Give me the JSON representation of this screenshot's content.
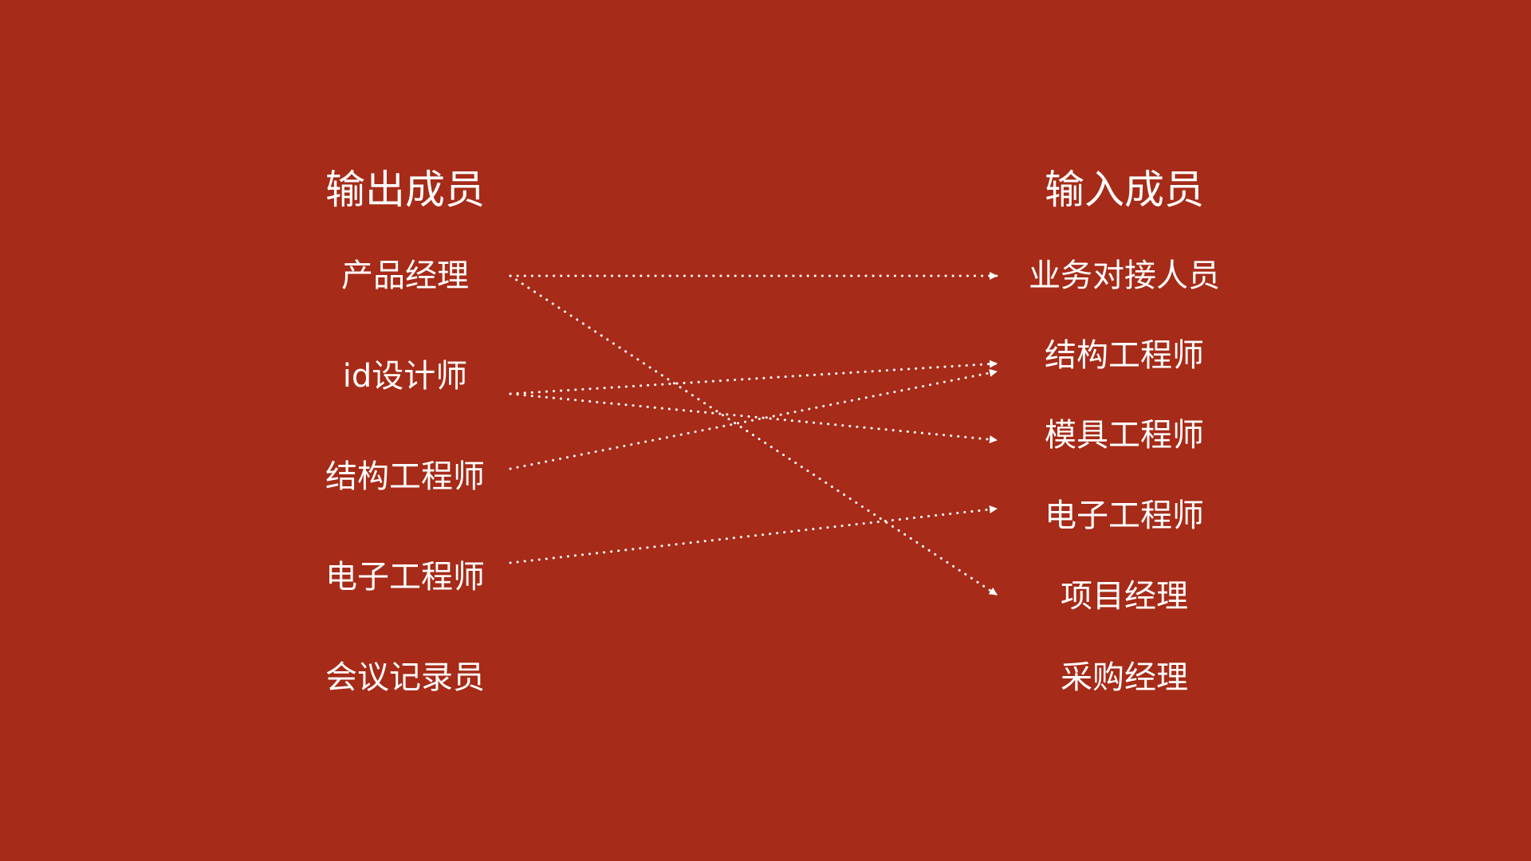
{
  "colors": {
    "background": "#A62B18",
    "foreground": "#FFFFFF"
  },
  "left": {
    "header": "输出成员",
    "items": [
      "产品经理",
      "id设计师",
      "结构工程师",
      "电子工程师",
      "会议记录员"
    ]
  },
  "right": {
    "header": "输入成员",
    "items": [
      "业务对接人员",
      "结构工程师",
      "模具工程师",
      "电子工程师",
      "项目经理",
      "采购经理"
    ]
  },
  "connections": [
    {
      "from": 0,
      "to": 0
    },
    {
      "from": 0,
      "to": 4
    },
    {
      "from": 1,
      "to": 1
    },
    {
      "from": 1,
      "to": 2
    },
    {
      "from": 2,
      "to": 1
    },
    {
      "from": 3,
      "to": 3
    }
  ]
}
